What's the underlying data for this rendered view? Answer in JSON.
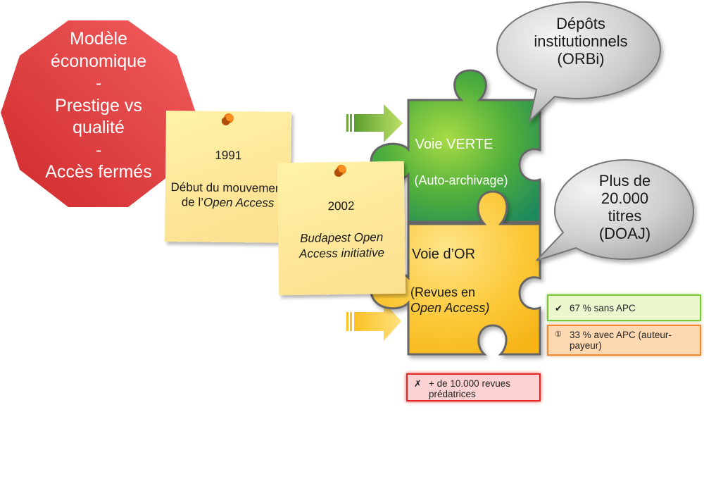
{
  "octagon": {
    "lines": [
      "Modèle",
      "économique",
      "-",
      "Prestige vs",
      "qualité",
      "-",
      "Accès fermés"
    ],
    "color": "#e0393d"
  },
  "notes": [
    {
      "year": "1991",
      "line1": "Début du mouvement",
      "line2_prefix": "de l’",
      "line2_italic": "Open Access"
    },
    {
      "year": "2002",
      "line1_italic": "Budapest Open",
      "line2_italic": "Access initiative"
    }
  ],
  "green_path": {
    "title": "Voie VERTE",
    "subtitle": "(Auto-archivage)",
    "color": "#3ea33e"
  },
  "gold_path": {
    "title": "Voie d’OR",
    "subtitle_line1": "(Revues en",
    "subtitle_line2_italic": "Open Access)",
    "color": "#f9c22e"
  },
  "bubbles": [
    {
      "lines": [
        "Dépôts",
        "institutionnels",
        "(ORBi)"
      ]
    },
    {
      "lines": [
        "Plus de",
        "20.000",
        "titres",
        "(DOAJ)"
      ]
    }
  ],
  "tags": {
    "green": {
      "icon": "✔",
      "icon_name": "checkmark-icon",
      "line1": "67 % sans APC",
      "line2": ""
    },
    "orange": {
      "icon": "①",
      "icon_name": "info-icon",
      "line1": "33 % avec APC (auteur-",
      "line2": "payeur)"
    },
    "red": {
      "icon": "✗",
      "icon_name": "cross-icon",
      "line1": "+ de 10.000 revues",
      "line2": "prédatrices"
    }
  }
}
